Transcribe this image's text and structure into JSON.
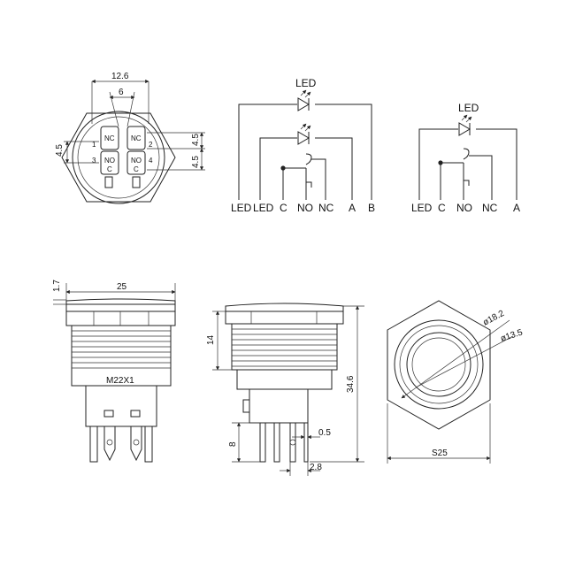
{
  "colors": {
    "line": "#222222",
    "background": "#ffffff"
  },
  "top_view": {
    "dims": {
      "width_outer": "12.6",
      "width_inner": "6",
      "left_pitch": "4.5",
      "right_pitch_1": "4.5",
      "right_pitch_2": "4.5"
    },
    "contacts": {
      "nc_left": "NC",
      "nc_right": "NC",
      "no_left": "NO",
      "no_right": "NO",
      "c_left": "C",
      "c_right": "C",
      "n1": "1",
      "n2": "2",
      "n3": "3",
      "n4": "4"
    }
  },
  "schematic_left": {
    "led_label": "LED",
    "terminals": [
      "LED",
      "LED",
      "C",
      "NO",
      "NC",
      "A",
      "B"
    ]
  },
  "schematic_right": {
    "led_label": "LED",
    "terminals": [
      "LED",
      "C",
      "NO",
      "NC",
      "A"
    ]
  },
  "front_view": {
    "width": "25",
    "flange": "1.7",
    "thread": "M22X1"
  },
  "side_view": {
    "thread_len": "14",
    "total_len": "34.6",
    "pin_len": "8",
    "pin_thick": "0.5",
    "pin_pitch": "2.8"
  },
  "end_view": {
    "outer_dia": "ø18.2",
    "inner_dia": "ø13.5",
    "hex": "S25"
  }
}
